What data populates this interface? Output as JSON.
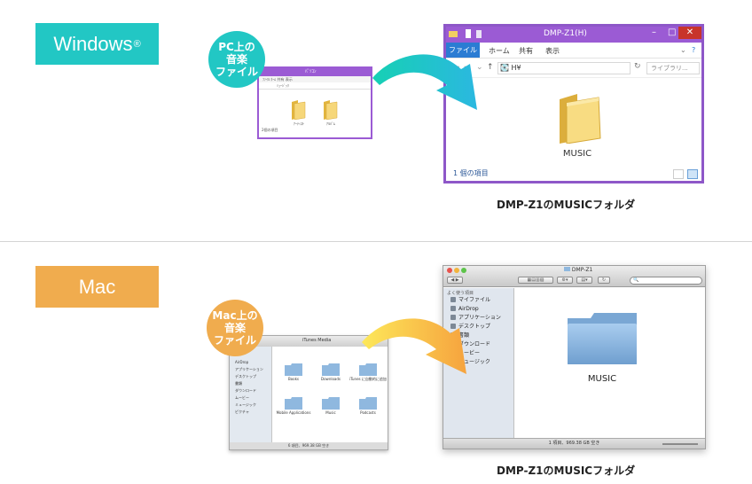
{
  "windows": {
    "label": "Windows",
    "label_mark": "®",
    "bubble": [
      "PC上の",
      "音楽",
      "ファイル"
    ],
    "caption": "DMP-Z1のMUSICフォルダ",
    "small_window": {
      "title": "ﾊﾟｿｺﾝ",
      "ribbon": "ﾌｧｲﾙ  ﾎｰﾑ  共有  表示",
      "address": "ﾐｭｰｼﾞｯｸ",
      "folders": [
        "ｱｰﾃｨｽﾄ",
        "ｱﾙﾊﾞﾑ"
      ],
      "status": "2個の項目"
    },
    "big_window": {
      "title": "DMP-Z1(H)",
      "tabs": [
        "ファイル",
        "ホーム",
        "共有",
        "表示"
      ],
      "address": "H¥",
      "search_placeholder": "ライブラリ...",
      "folder_name": "MUSIC",
      "status": "1 個の項目"
    }
  },
  "mac": {
    "label": "Mac",
    "bubble": [
      "Mac上の",
      "音楽",
      "ファイル"
    ],
    "caption": "DMP-Z1のMUSICフォルダ",
    "small_window": {
      "title": "iTunes Media",
      "sidebar": [
        "AirDrop",
        "アプリケーション",
        "デスクトップ",
        "書類",
        "ダウンロード",
        "ムービー",
        "ミュージック",
        "ピクチャ"
      ],
      "folders": [
        "Books",
        "Downloads",
        "iTunes に自動的に追加",
        "Mobile Applications",
        "Music",
        "Podcasts"
      ],
      "status": "6 項目、969.38 GB 空き"
    },
    "big_window": {
      "title": "DMP-Z1",
      "sidebar_header": "よく使う項目",
      "sidebar": [
        "マイファイル",
        "AirDrop",
        "アプリケーション",
        "デスクトップ",
        "書類",
        "ダウンロード",
        "ムービー",
        "ミュージック"
      ],
      "folder_name": "MUSIC",
      "status": "1 項目、969.38 GB 空き"
    }
  },
  "colors": {
    "windows_accent": "#22c7c4",
    "mac_accent": "#f0ac4e",
    "win_frame": "#9b5bd4"
  }
}
